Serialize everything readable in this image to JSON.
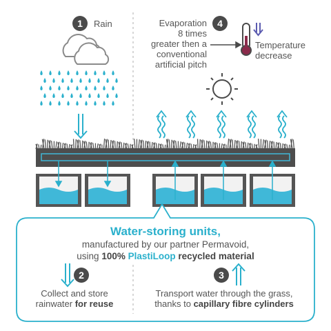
{
  "steps": {
    "rain": {
      "number": "1",
      "label": "Rain"
    },
    "evaporation": {
      "number": "4",
      "lines": [
        "Evaporation",
        "8 times",
        "greater then a",
        "conventional",
        "artificial pitch"
      ]
    },
    "temperature": {
      "lines": [
        "Temperature",
        "decrease"
      ]
    },
    "collect": {
      "number": "2",
      "line1": "Collect and store",
      "line2_prefix": "rainwater ",
      "line2_bold": "for reuse"
    },
    "transport": {
      "number": "3",
      "line1": "Transport water through the grass,",
      "line2_prefix": "thanks to ",
      "line2_bold": "capillary fibre cylinders"
    }
  },
  "callout": {
    "title": "Water-storing units,",
    "line1": "manufactured by our partner Permavoid,",
    "line2_prefix": "using ",
    "line2_bold": "100%",
    "line2_brand": "PlastiLoop",
    "line2_suffix": " recycled material"
  },
  "colors": {
    "accent": "#2ab0cc",
    "water": "#40b8d8",
    "dark": "#4a4a4a",
    "slab": "#4d4d4d",
    "tank": "#555555"
  },
  "icons": [
    "cloud-icon",
    "rain-drops-icon",
    "thermometer-icon",
    "sun-icon",
    "wavy-arrow-up-icon",
    "arrow-down-icon",
    "arrow-up-icon"
  ]
}
